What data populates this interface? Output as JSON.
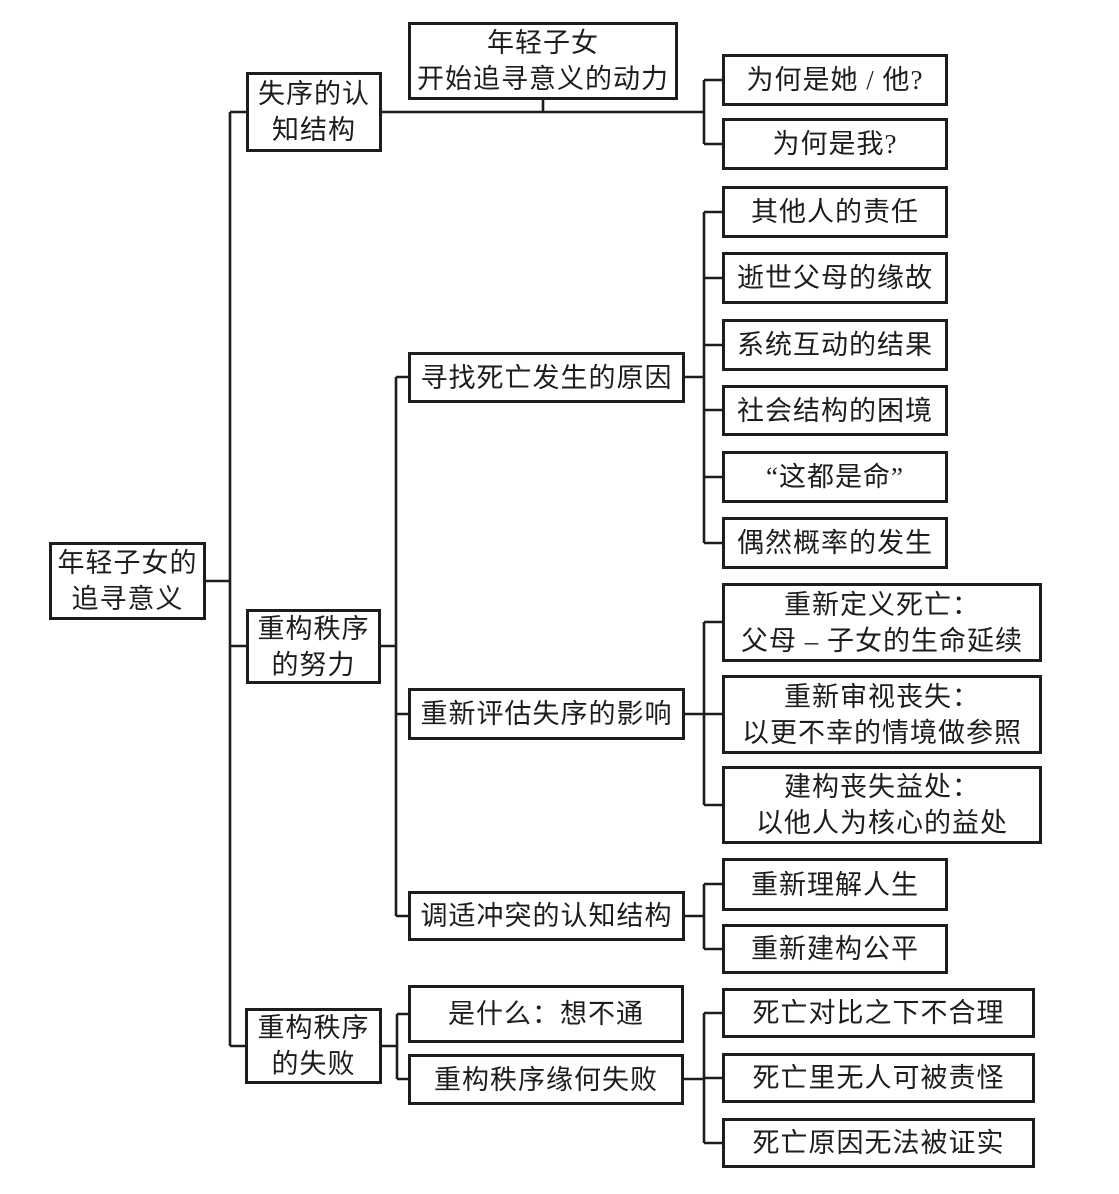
{
  "colors": {
    "line": "#1d1d1d",
    "background": "#ffffff"
  },
  "nodes": {
    "root": "年轻子女的\n追寻意义",
    "disorder": "失序的认\n知结构",
    "effort": "重构秩序\n的努力",
    "failure": "重构秩序\n的失败",
    "motive": "年轻子女\n开始追寻意义的动力",
    "why_her": "为何是她 / 他?",
    "why_me": "为何是我?",
    "seek_cause": "寻找死亡发生的原因",
    "cause_items": [
      "其他人的责任",
      "逝世父母的缘故",
      "系统互动的结果",
      "社会结构的困境",
      "“这都是命”",
      "偶然概率的发生"
    ],
    "reassess": "重新评估失序的影响",
    "reassess_items": [
      "重新定义死亡：\n父母 – 子女的生命延续",
      "重新审视丧失：\n以更不幸的情境做参照",
      "建构丧失益处：\n以他人为核心的益处"
    ],
    "adjust": "调适冲突的认知结构",
    "adjust_items": [
      "重新理解人生",
      "重新建构公平"
    ],
    "what_fail": "是什么：想不通",
    "why_fail": "重构秩序缘何失败",
    "fail_items": [
      "死亡对比之下不合理",
      "死亡里无人可被责怪",
      "死亡原因无法被证实"
    ]
  }
}
